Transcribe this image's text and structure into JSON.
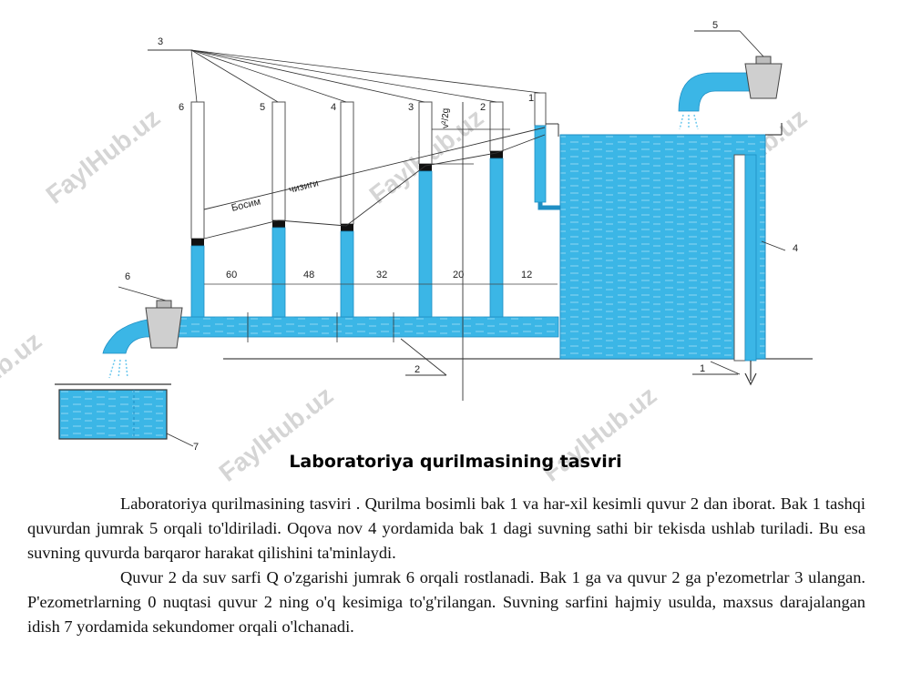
{
  "figure": {
    "labels": {
      "piezo_group": "3",
      "tube6": "6",
      "tube5": "5",
      "tube4": "4",
      "tube3": "3",
      "tube2": "2",
      "tube1": "1",
      "valve5": "5",
      "overflow4": "4",
      "valve6": "6",
      "pipe2": "2",
      "tank1": "1",
      "vessel7": "7",
      "v_head": "v²/2g",
      "pressure_line_1": "Босим",
      "pressure_line_2": "чизиги"
    },
    "distances": [
      "60",
      "48",
      "32",
      "20",
      "12"
    ],
    "watermark": "FaylHub.uz"
  },
  "caption": "Laboratoriya qurilmasining tasviri",
  "paragraphs": [
    "Laboratoriya qurilmasining tasviri . Qurilma bosimli bak 1 va har-xil kesimli quvur 2 dan iborat. Bak 1 tashqi quvurdan jumrak 5 orqali to'ldiriladi. Oqova nov 4 yordamida bak 1 dagi suvning sathi bir tekisda ushlab turiladi. Bu esa suvning quvurda barqaror harakat qilishini ta'minlaydi.",
    "Quvur 2 da suv sarfi Q o'zgarishi jumrak 6 orqali rostlanadi. Bak 1 ga va quvur 2 ga p'ezometrlar 3 ulangan. P'ezometrlarning 0 nuqtasi quvur 2 ning o'q kesimiga to'g'rilangan. Suvning sarfini hajmiy usulda, maxsus darajalangan idish 7 yordamida sekundomer orqali o'lchanadi."
  ],
  "colors": {
    "water": "#3bb6e6",
    "water_dark": "#1f8fc4",
    "line": "#333333"
  }
}
